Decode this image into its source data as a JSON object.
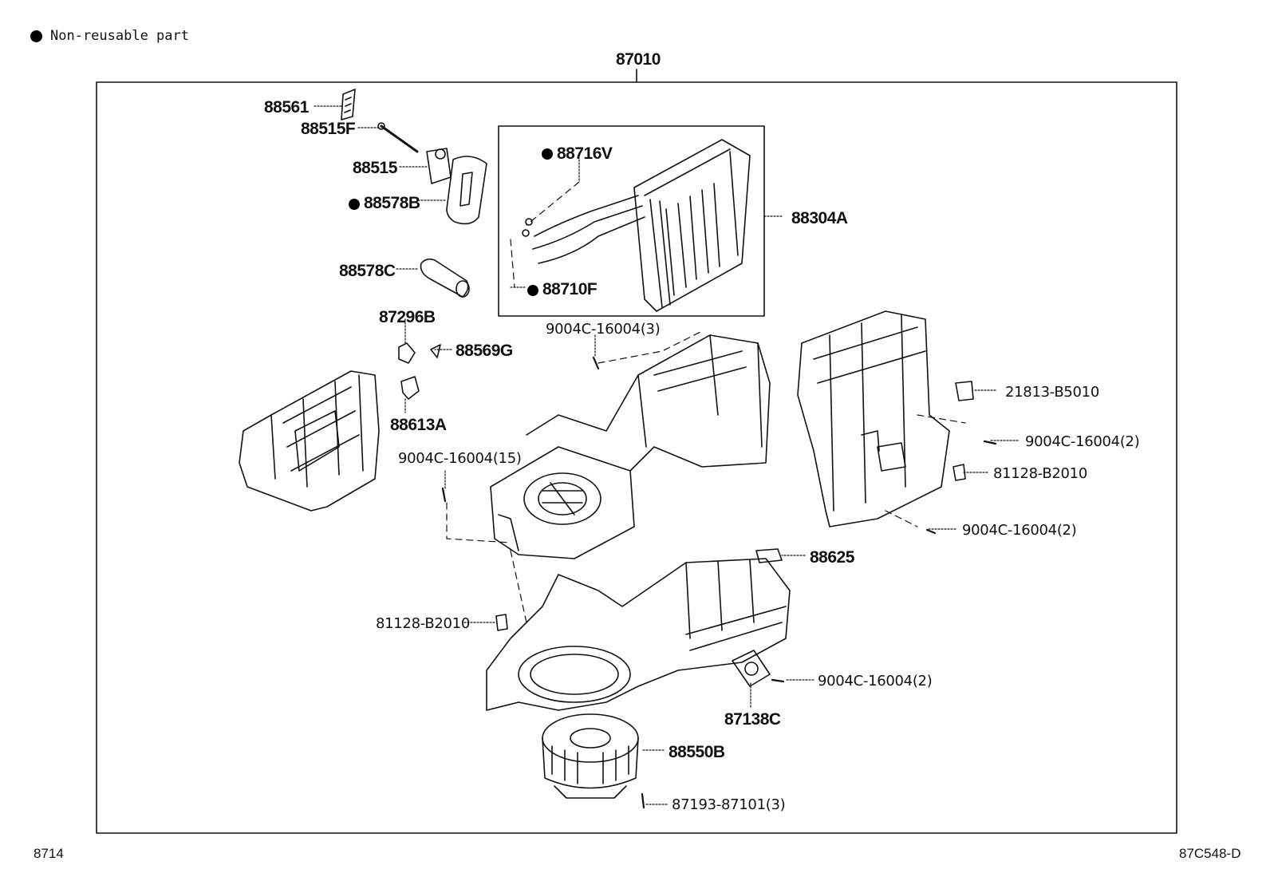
{
  "legend": {
    "text": "Non-reusable part"
  },
  "assembly_number": "87010",
  "footer": {
    "left": "8714",
    "right": "87C548-D"
  },
  "parts": {
    "p88561": "88561",
    "p88515F": "88515F",
    "p88515": "88515",
    "p88578B": "88578B",
    "p88578C": "88578C",
    "p88716V": "88716V",
    "p88304A": "88304A",
    "p88710F": "88710F",
    "p87296B": "87296B",
    "p88569G": "88569G",
    "p88613A": "88613A",
    "p9004C_3": "9004C-16004(3)",
    "p9004C_15": "9004C-16004(15)",
    "p21813": "21813-B5010",
    "p9004C_2a": "9004C-16004(2)",
    "p81128a": "81128-B2010",
    "p9004C_2b": "9004C-16004(2)",
    "p88625": "88625",
    "p81128b": "81128-B2010",
    "p9004C_2c": "9004C-16004(2)",
    "p87138C": "87138C",
    "p88550B": "88550B",
    "p87193": "87193-87101(3)"
  },
  "non_reusable_icon": "filled-circle"
}
